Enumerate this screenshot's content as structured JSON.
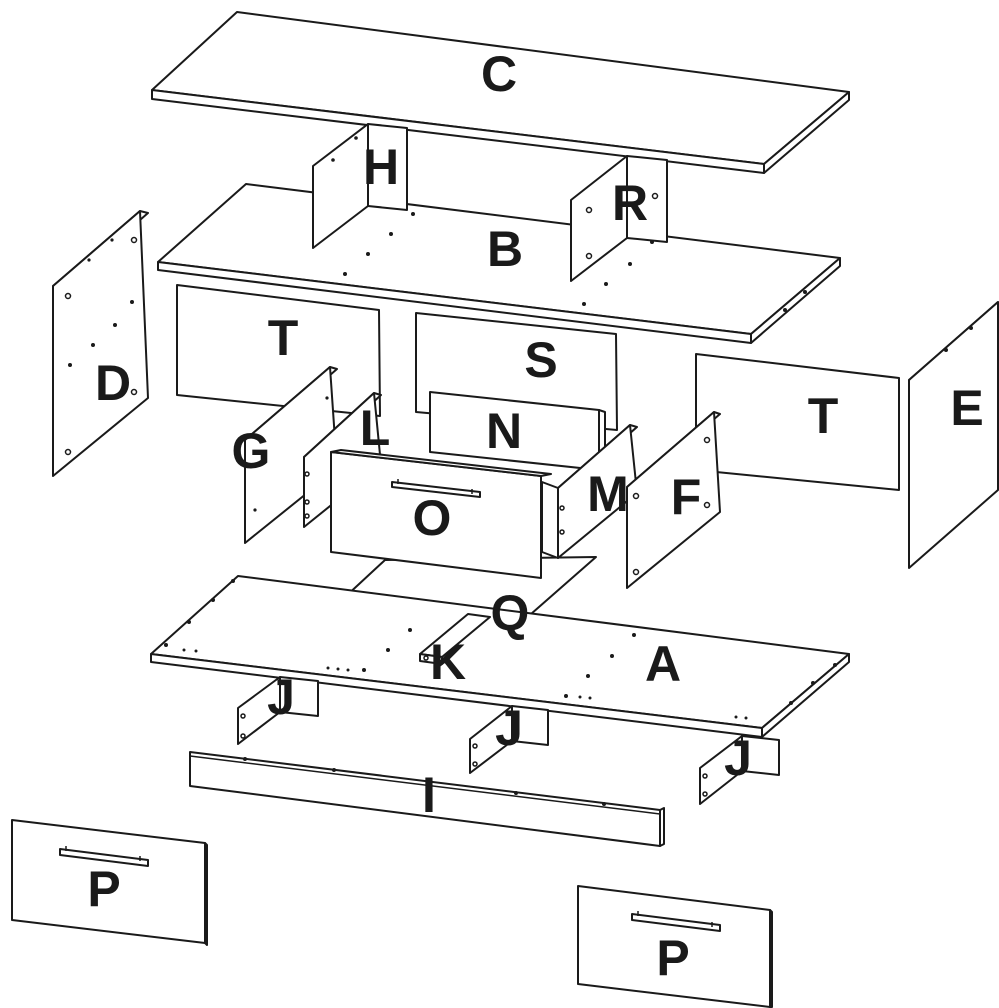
{
  "parts": {
    "A": "A",
    "B": "B",
    "C": "C",
    "D": "D",
    "E": "E",
    "F": "F",
    "G": "G",
    "H": "H",
    "I": "I",
    "J": "J",
    "K": "K",
    "L": "L",
    "M": "M",
    "N": "N",
    "O": "O",
    "P": "P",
    "Q": "Q",
    "R": "R",
    "S": "S",
    "T": "T"
  },
  "colors": {
    "line": "#1a1a1a",
    "background": "#ffffff"
  }
}
